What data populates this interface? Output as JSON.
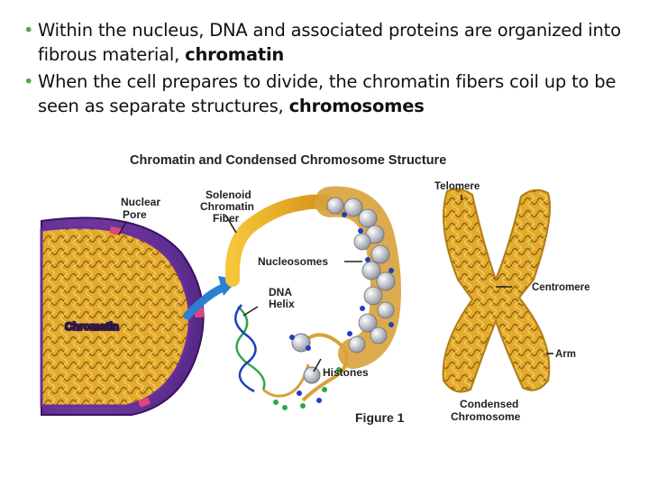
{
  "bullets": [
    {
      "text": "Within the nucleus, DNA and associated proteins are organized into fibrous material, ",
      "bold": "chromatin"
    },
    {
      "text": " When the cell prepares to divide, the chromatin fibers coil up to be seen as separate structures, ",
      "bold": "chromosomes"
    }
  ],
  "figure": {
    "title": "Chromatin and Condensed Chromosome Structure",
    "caption": "Figure 1",
    "labels": {
      "nuclear_pore": [
        "Nuclear",
        "Pore"
      ],
      "chromatin": "Chromatin",
      "solenoid": [
        "Solenoid",
        "Chromatin",
        "Fiber"
      ],
      "nucleosomes": "Nucleosomes",
      "dna_helix": [
        "DNA",
        "Helix"
      ],
      "histones": "Histones",
      "telomere": "Telomere",
      "centromere": "Centromere",
      "arm": "Arm",
      "condensed": [
        "Condensed",
        "Chromosome"
      ]
    }
  },
  "colors": {
    "bullet": "#5ba34a",
    "chromatin_fiber": "#e0a92a",
    "nucleus_membrane": "#7b3fa8",
    "arrow": "#2d7fd4",
    "histone": "#c9ccd3",
    "dna_blue": "#1f3fbf",
    "dna_green": "#2fa84a"
  }
}
